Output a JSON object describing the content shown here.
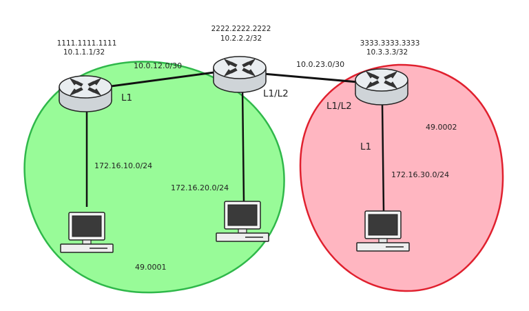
{
  "areas": {
    "green": {
      "label": "49.0001",
      "fill": "#98fb98",
      "stroke": "#2fb84a"
    },
    "red": {
      "label": "49.0002",
      "fill": "#ffb6c1",
      "stroke": "#e0202e"
    }
  },
  "routers": {
    "r1": {
      "system_id": "1111.1111.1111",
      "loopback": "10.1.1.1/32",
      "level": "L1"
    },
    "r2": {
      "system_id": "2222.2222.2222",
      "loopback": "10.2.2.2/32",
      "level": "L1/L2"
    },
    "r3": {
      "system_id": "3333.3333.3333",
      "loopback": "10.3.3.3/32",
      "level": "L1/L2"
    }
  },
  "links": {
    "r1_r2": "10.0.12.0/30",
    "r2_r3": "10.0.23.0/30",
    "r3_pc3_level": "L1"
  },
  "lans": {
    "pc1": "172.16.10.0/24",
    "pc2": "172.16.20.0/24",
    "pc3": "172.16.30.0/24"
  },
  "colors": {
    "router_body": "#d9dde0",
    "router_top": "#e8ecef",
    "line": "#111111",
    "screen": "#3a3a3a"
  },
  "icons": {
    "router": "router-icon",
    "computer": "computer-icon"
  }
}
